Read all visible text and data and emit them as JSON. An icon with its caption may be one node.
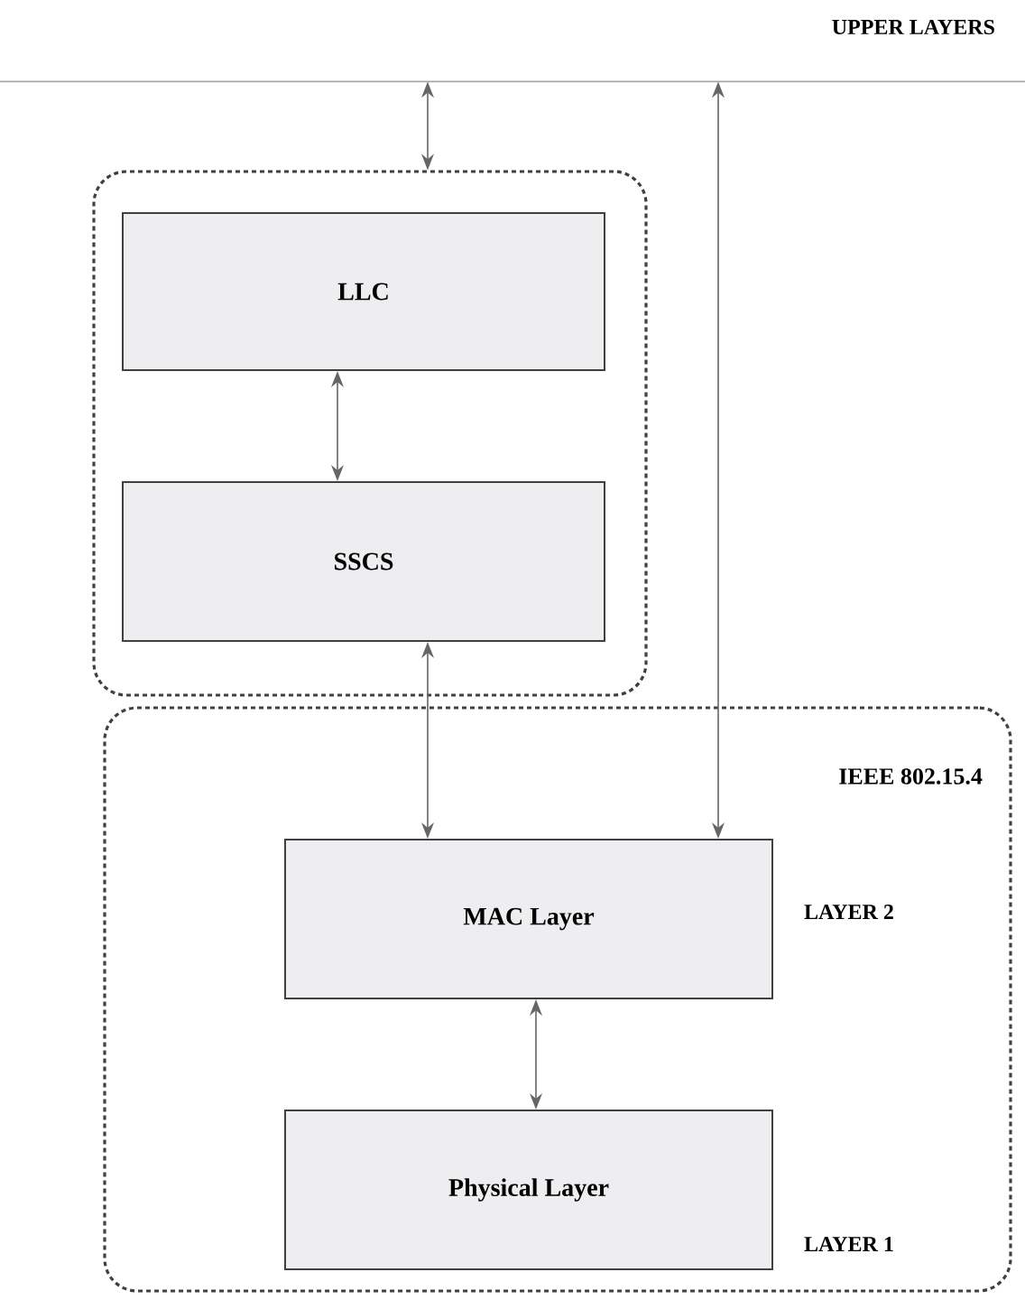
{
  "diagram": {
    "nodes": [
      {
        "text": [
          "UPPER LAYERS"
        ]
      },
      {
        "text": [],
        "shape": "box"
      },
      {
        "text": [
          "LLC"
        ],
        "in": 1
      },
      {
        "text": [
          "SSCS"
        ],
        "in": 1
      },
      {
        "text": [
          "IEEE 802.15.4"
        ]
      },
      {
        "text": [
          "MAC Layer"
        ],
        "in": 4,
        "beside": [
          "LAYER 2"
        ]
      },
      {
        "text": [
          "Physical Layer"
        ],
        "in": 4,
        "beside": [
          "LAYER 1"
        ]
      }
    ],
    "edges": [
      {
        "from": 0,
        "to": 1,
        "arrow": "both"
      },
      {
        "from": 0,
        "to": 5,
        "arrow": "both"
      },
      {
        "from": 2,
        "to": 3,
        "arrow": "both"
      },
      {
        "from": 3,
        "to": 5,
        "arrow": "both"
      },
      {
        "from": 5,
        "to": 6,
        "arrow": "both"
      }
    ]
  }
}
